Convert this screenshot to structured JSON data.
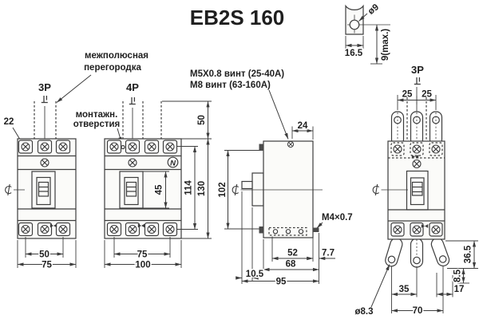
{
  "title": "EB2S 160",
  "labels": {
    "interpole_barrier": [
      "межполюсная",
      "перегородка"
    ],
    "mounting_holes": [
      "монтажн.",
      "отверстия"
    ],
    "terminal_screw_spec": [
      "М5X0.8 винт (25-40A)",
      "М8 винт (63-160A)"
    ],
    "m4_screw": "M4×0.7",
    "front_3p_poles": "3P",
    "front_4p_poles": "4P",
    "rear_3p_poles": "3P",
    "neutral_mark": "N"
  },
  "terminal_detail": {
    "hole_diameter": "ø9",
    "tab_width": "16.5",
    "screw_depth": "9(max.)"
  },
  "dimensions": {
    "front_3p": {
      "dim22": "22",
      "dim50": "50",
      "dim75": "75"
    },
    "front_4p": {
      "dim45": "45",
      "dim114": "114",
      "dim130": "130",
      "dim50": "50",
      "dim75": "75",
      "dim100": "100"
    },
    "side": {
      "dim24": "24",
      "dim102": "102",
      "dim52": "52",
      "dim7_7": "7.7",
      "dim68": "68",
      "dim10_5": "10.5",
      "dim95": "95"
    },
    "rear_3p": {
      "dim25a": "25",
      "dim25b": "25",
      "dim36_5": "36.5",
      "dim8_5": "8.5",
      "dim35": "35",
      "dim17": "17",
      "dim70": "70",
      "hole_dia": "ø8.3"
    }
  },
  "colors": {
    "line": "#3d3d3d",
    "text": "#1f1f1f",
    "background": "#ffffff"
  }
}
